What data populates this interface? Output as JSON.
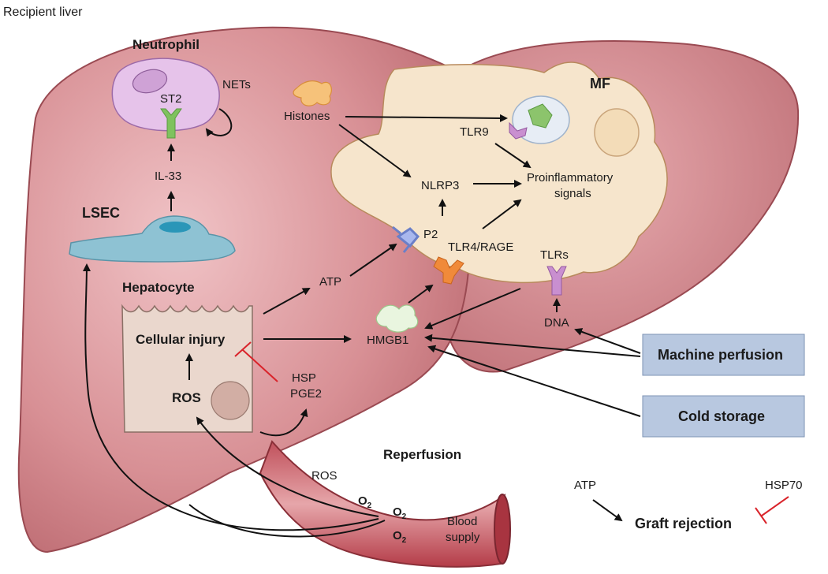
{
  "title": "Recipient liver",
  "cells": {
    "neutrophil": "Neutrophil",
    "lsec": "LSEC",
    "hepatocyte": "Hepatocyte",
    "mf": "MF"
  },
  "molecules": {
    "st2": "ST2",
    "nets": "NETs",
    "il33": "IL-33",
    "histones": "Histones",
    "tlr9": "TLR9",
    "nlrp3": "NLRP3",
    "proinflammatory_1": "Proinflammatory",
    "proinflammatory_2": "signals",
    "p2": "P2",
    "tlr4_rage": "TLR4/RAGE",
    "tlrs": "TLRs",
    "atp": "ATP",
    "hmgb1": "HMGB1",
    "dna": "DNA",
    "cellular_injury": "Cellular injury",
    "ros": "ROS",
    "hsp": "HSP",
    "pge2": "PGE2"
  },
  "vessel": {
    "reperfusion": "Reperfusion",
    "ros": "ROS",
    "o2": "O",
    "o2_sub": "2",
    "blood_1": "Blood",
    "blood_2": "supply"
  },
  "boxes": {
    "machine_perfusion": "Machine perfusion",
    "cold_storage": "Cold storage"
  },
  "legend": {
    "atp": "ATP",
    "hsp70": "HSP70",
    "graft_rejection": "Graft rejection"
  },
  "colors": {
    "liver": "#c97b80",
    "mf_cell": "#f5e3c8",
    "box": "#b8c8e0",
    "inhibition": "#d9232a",
    "vessel": "#b43c48"
  }
}
